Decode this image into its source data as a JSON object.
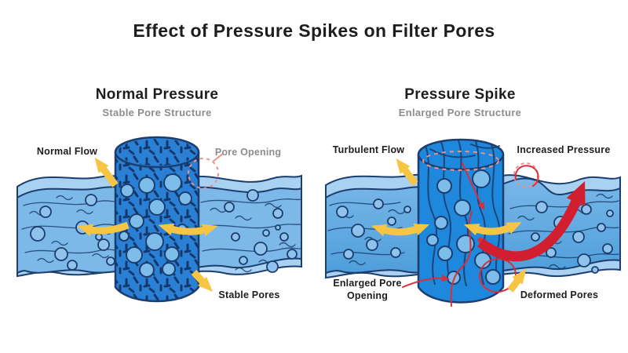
{
  "title": "Effect of Pressure Spikes on Filter Pores",
  "panels": {
    "left": {
      "heading": "Normal Pressure",
      "subheading": "Stable Pore Structure",
      "labels": {
        "flow": "Normal Flow",
        "pore_opening": "Pore Opening",
        "pores_state": "Stable Pores"
      }
    },
    "right": {
      "heading": "Pressure Spike",
      "subheading": "Enlarged Pore Structure",
      "labels": {
        "flow": "Turbulent Flow",
        "pressure": "Increased Pressure",
        "pore_opening": "Enlarged Pore Opening",
        "pores_state": "Deformed Pores"
      }
    }
  },
  "colors": {
    "text_black": "#1d1d1d",
    "label_gray": "#8d8d8d",
    "outline_navy": "#1c3e6e",
    "cylinder_blue": "#2a80d4",
    "cylinder_blue_bright": "#1e88dd",
    "water_blue": "#7db9e8",
    "water_blue_light": "#a8d1f2",
    "water_blue_deep": "#4f9edb",
    "pore_blue": "#7ebcea",
    "bubble_blue": "#8fc3ee",
    "accent_yellow": "#f7c544",
    "accent_red": "#d21f30",
    "thin_red": "#d6303c",
    "dashed_red": "#f09089",
    "background": "#ffffff"
  }
}
